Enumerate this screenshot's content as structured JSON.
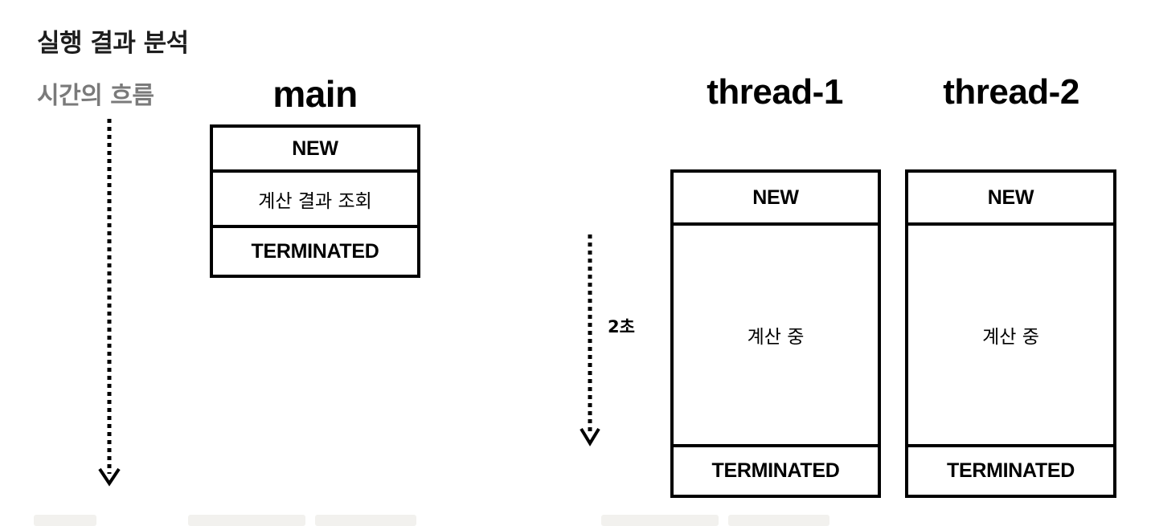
{
  "page": {
    "title": "실행 결과 분석",
    "time_axis_label": "시간의 흐름"
  },
  "main": {
    "title": "main",
    "states": [
      "NEW",
      "계산 결과 조회",
      "TERMINATED"
    ]
  },
  "threads": [
    {
      "title": "thread-1",
      "states": [
        "NEW",
        "계산 중",
        "TERMINATED"
      ]
    },
    {
      "title": "thread-2",
      "states": [
        "NEW",
        "계산 중",
        "TERMINATED"
      ]
    }
  ],
  "duration_label": "2초"
}
